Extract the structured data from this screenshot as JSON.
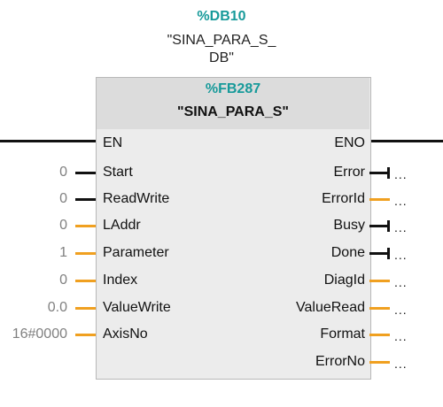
{
  "instance_db": {
    "name": "%DB10",
    "symbol_line1": "\"SINA_PARA_S_",
    "symbol_line2": "DB\""
  },
  "block": {
    "name": "%FB287",
    "symbol": "\"SINA_PARA_S\""
  },
  "inputs": [
    {
      "label": "EN",
      "value": ""
    },
    {
      "label": "Start",
      "value": "0"
    },
    {
      "label": "ReadWrite",
      "value": "0"
    },
    {
      "label": "LAddr",
      "value": "0"
    },
    {
      "label": "Parameter",
      "value": "1"
    },
    {
      "label": "Index",
      "value": "0"
    },
    {
      "label": "ValueWrite",
      "value": "0.0"
    },
    {
      "label": "AxisNo",
      "value": "16#0000"
    }
  ],
  "outputs": [
    {
      "label": "ENO",
      "target": ""
    },
    {
      "label": "Error",
      "target": "..."
    },
    {
      "label": "ErrorId",
      "target": "..."
    },
    {
      "label": "Busy",
      "target": "..."
    },
    {
      "label": "Done",
      "target": "..."
    },
    {
      "label": "DiagId",
      "target": "..."
    },
    {
      "label": "ValueRead",
      "target": "..."
    },
    {
      "label": "Format",
      "target": "..."
    },
    {
      "label": "ErrorNo",
      "target": "..."
    }
  ],
  "colors": {
    "accent": "#179a9a",
    "bool_wire": "#111111",
    "value_wire": "#f0a020"
  }
}
